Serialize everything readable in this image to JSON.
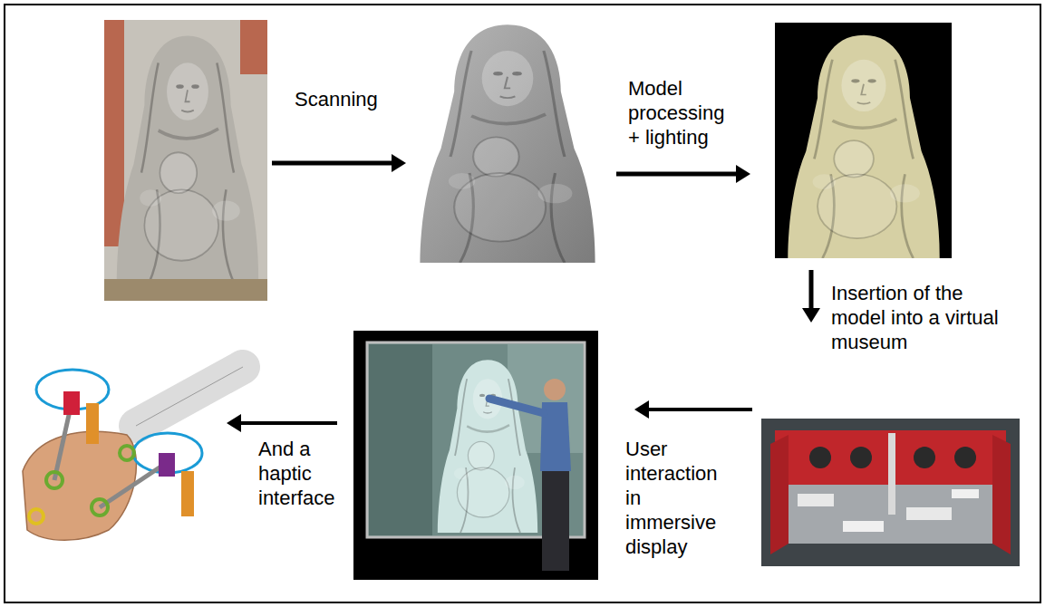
{
  "diagram": {
    "labels": [
      "Scanning",
      "Model processing + lighting",
      "Insertion of the model into a virtual museum",
      "User interaction in immersive display",
      "And a haptic interface"
    ]
  }
}
